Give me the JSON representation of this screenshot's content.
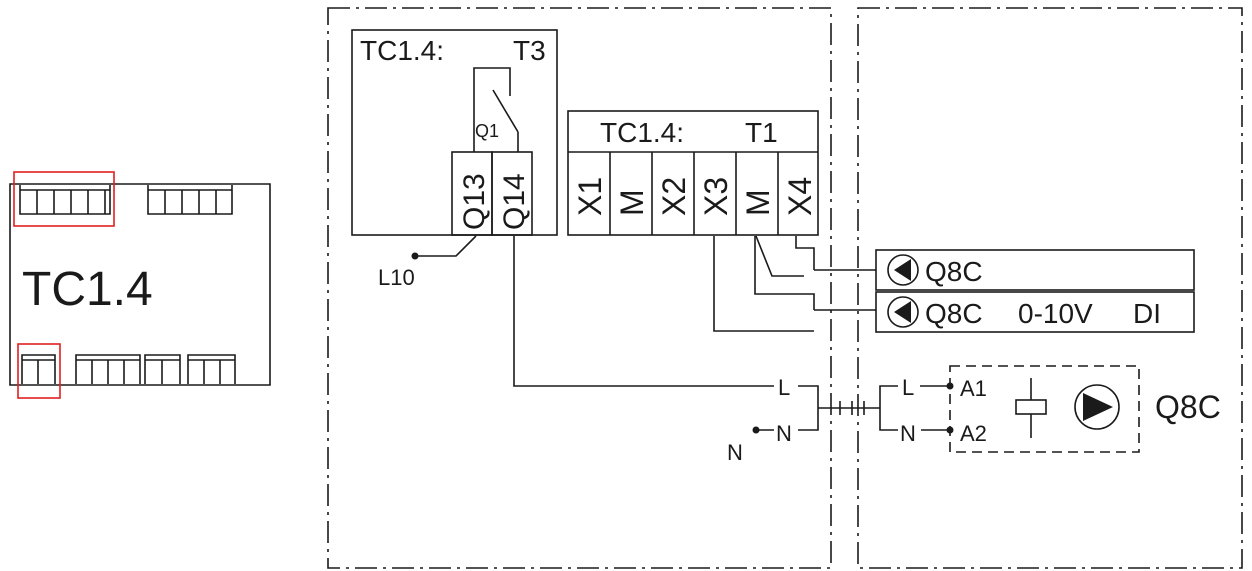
{
  "controller": {
    "name": "TC1.4"
  },
  "relay_module": {
    "title_left": "TC1.4:",
    "title_right": "T3",
    "relay_label": "Q1",
    "terminals": [
      "Q13",
      "Q14"
    ]
  },
  "io_module": {
    "title_left": "TC1.4:",
    "title_right": "T1",
    "terminals": [
      "X1",
      "M",
      "X2",
      "X3",
      "M",
      "X4"
    ]
  },
  "supply": {
    "l10": "L10",
    "n_supply": "N",
    "l": "L",
    "n": "N"
  },
  "pump_lines": {
    "line1": "Q8C",
    "line2": "Q8C",
    "line2_signal": "0-10V",
    "line2_di": "DI"
  },
  "pump": {
    "l": "L",
    "n": "N",
    "a1": "A1",
    "a2": "A2",
    "name": "Q8C"
  },
  "colors": {
    "line": "#1a1a1a",
    "highlight": "#e02020",
    "background": "#ffffff"
  }
}
